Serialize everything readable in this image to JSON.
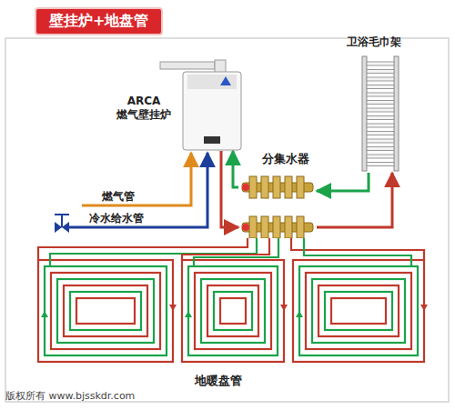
{
  "diagram": {
    "title": "壁挂炉+地盘管",
    "nodes": [
      {
        "text": [
          "ARCA 燃气壁挂炉"
        ]
      },
      {
        "text": [
          "分集水器"
        ]
      },
      {
        "text": [
          "卫浴毛巾架"
        ]
      }
    ],
    "edges": [
      {
        "from": 0,
        "to": 1,
        "arrow": "to"
      },
      {
        "from": 1,
        "to": 0,
        "arrow": "to"
      },
      {
        "from": 1,
        "to": 2,
        "arrow": "to"
      },
      {
        "from": 2,
        "to": 1,
        "arrow": "to"
      }
    ],
    "labels": [
      "燃气管",
      "冷水给水管",
      "地暖盘管",
      "版权所有 www.bjsskdr.com"
    ]
  }
}
